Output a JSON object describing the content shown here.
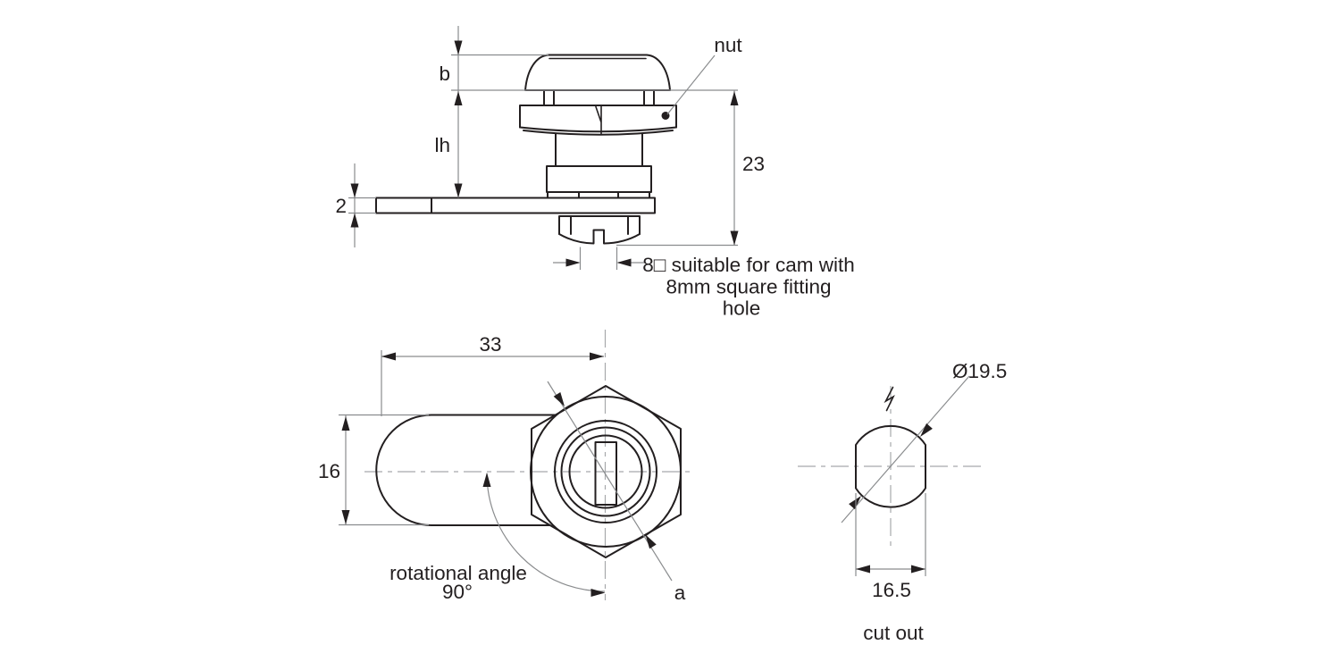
{
  "side_view": {
    "nut_label": "nut",
    "dim_head_height": "b",
    "dim_housing_length": "lh",
    "dim_plate_thickness": "2",
    "dim_total_height": "23",
    "square_note": {
      "line1": "8□ suitable for cam with",
      "line2": "8mm square fitting",
      "line3": "hole"
    }
  },
  "front_view": {
    "dim_cam_length": "33",
    "dim_cam_width": "16",
    "rotation_note": {
      "line1": "rotational angle",
      "line2": "90°"
    },
    "corner_label": "a"
  },
  "cutout_view": {
    "dim_diameter": "Ø19.5",
    "dim_width": "16.5",
    "caption": "cut out"
  },
  "colors": {
    "ink": "#231f20",
    "thin_line": "#8a8c8e",
    "background": "#ffffff"
  }
}
